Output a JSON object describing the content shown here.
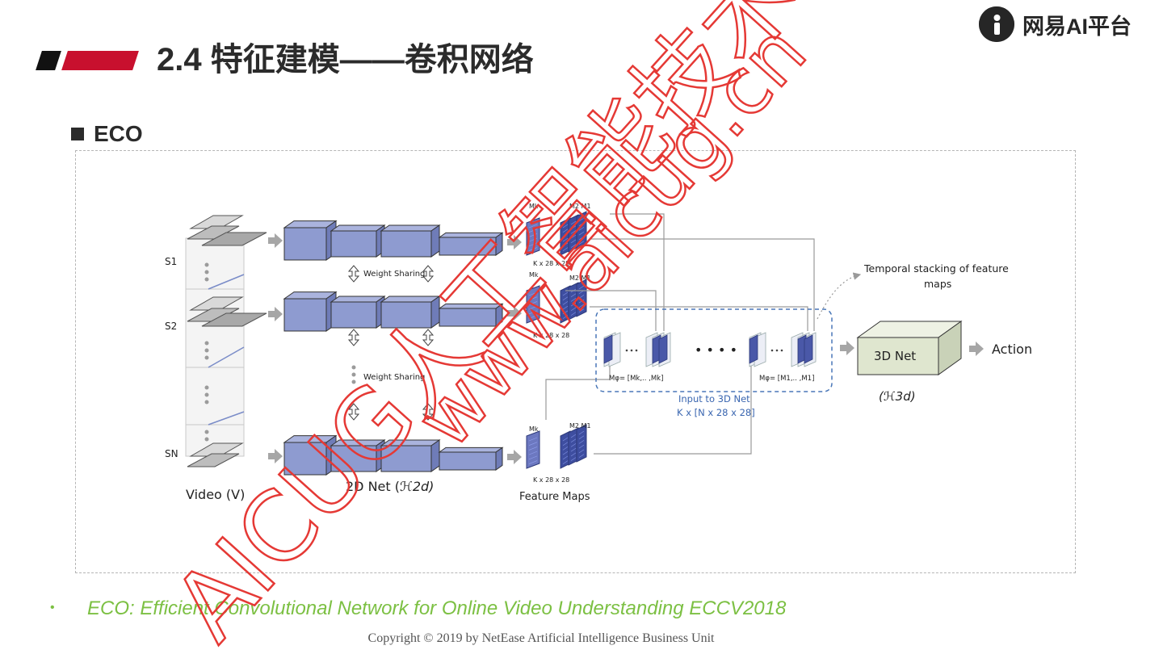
{
  "brand": {
    "name": "网易AI平台"
  },
  "title": {
    "text": "2.4  特征建模——卷积网络"
  },
  "section": {
    "label": "ECO"
  },
  "diagram": {
    "segments": [
      "S1",
      "S2",
      "SN"
    ],
    "video_label": "Video (V)",
    "net2d_label": "2D Net (",
    "net2d_symbol": "ℋ2d)",
    "weight_sharing": "Weight Sharing",
    "fmap_dim": "K x 28 x 28",
    "fm_top_a": "Mk",
    "fm_top_b": "M2 M1",
    "feature_maps_label": "Feature Maps",
    "temporal_stacking": [
      "Temporal stacking of feature",
      "maps"
    ],
    "mphi_left": "Mφ= [Mk,.. ,Mk]",
    "mphi_right": "Mφ= [M1,.. ,M1]",
    "dots": "• • • •",
    "input3d": [
      "Input to 3D Net",
      "K x [N x 28 x 28]"
    ],
    "net3d_label": "3D Net",
    "net3d_symbol": "(ℋ3d)",
    "action_label": "Action",
    "colors": {
      "block": "#8e9bd0",
      "block_dark": "#6f7cb8",
      "block_top": "#aab3dd",
      "net3d": "#dfe6cf",
      "dashed_box": "#4a77b8",
      "input_text": "#3a66b0"
    }
  },
  "reference": {
    "bullet": "•",
    "text": "ECO: Efficient Convolutional Network for Online Video Understanding ECCV2018"
  },
  "copyright": "Copyright © 2019 by NetEase Artificial Intelligence Business Unit",
  "watermark": {
    "line1": "www.aicug.cn",
    "line2": "AICUG人工智能技术社区",
    "color": "#e53935"
  }
}
